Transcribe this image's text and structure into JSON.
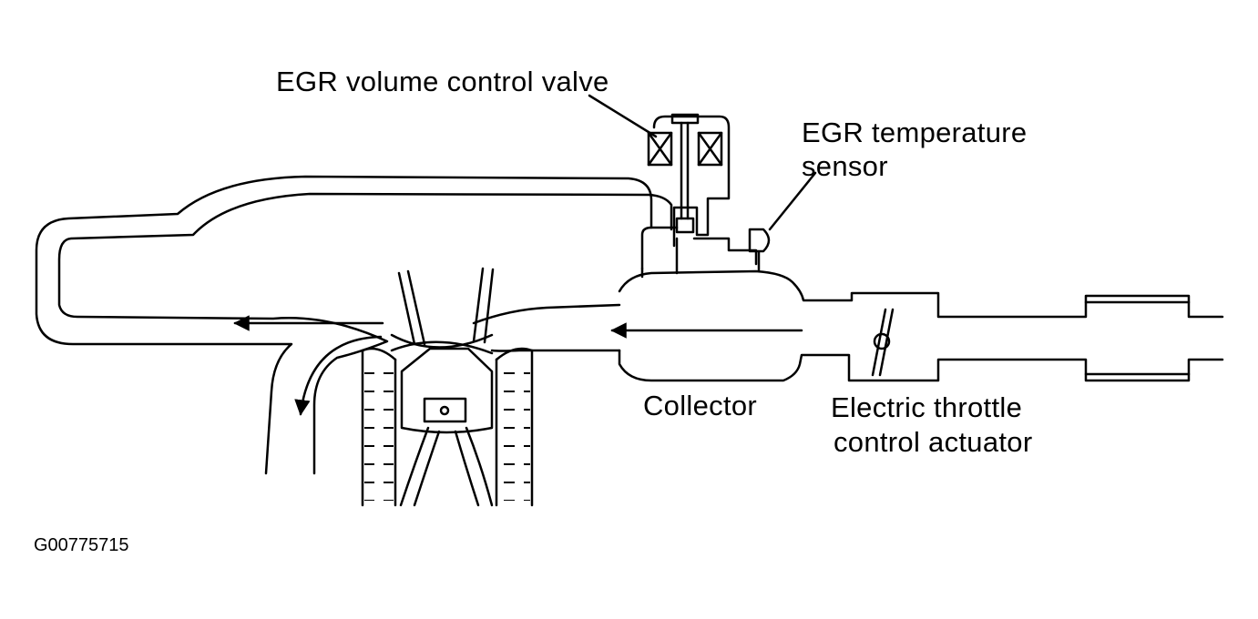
{
  "labels": {
    "egr_valve": "EGR volume control valve",
    "egr_temp_line1": "EGR temperature",
    "egr_temp_line2": "sensor",
    "collector": "Collector",
    "throttle_line1": "Electric throttle",
    "throttle_line2": "control actuator"
  },
  "figure_id": "G00775715",
  "colors": {
    "ink": "#000000",
    "paper": "#ffffff"
  }
}
